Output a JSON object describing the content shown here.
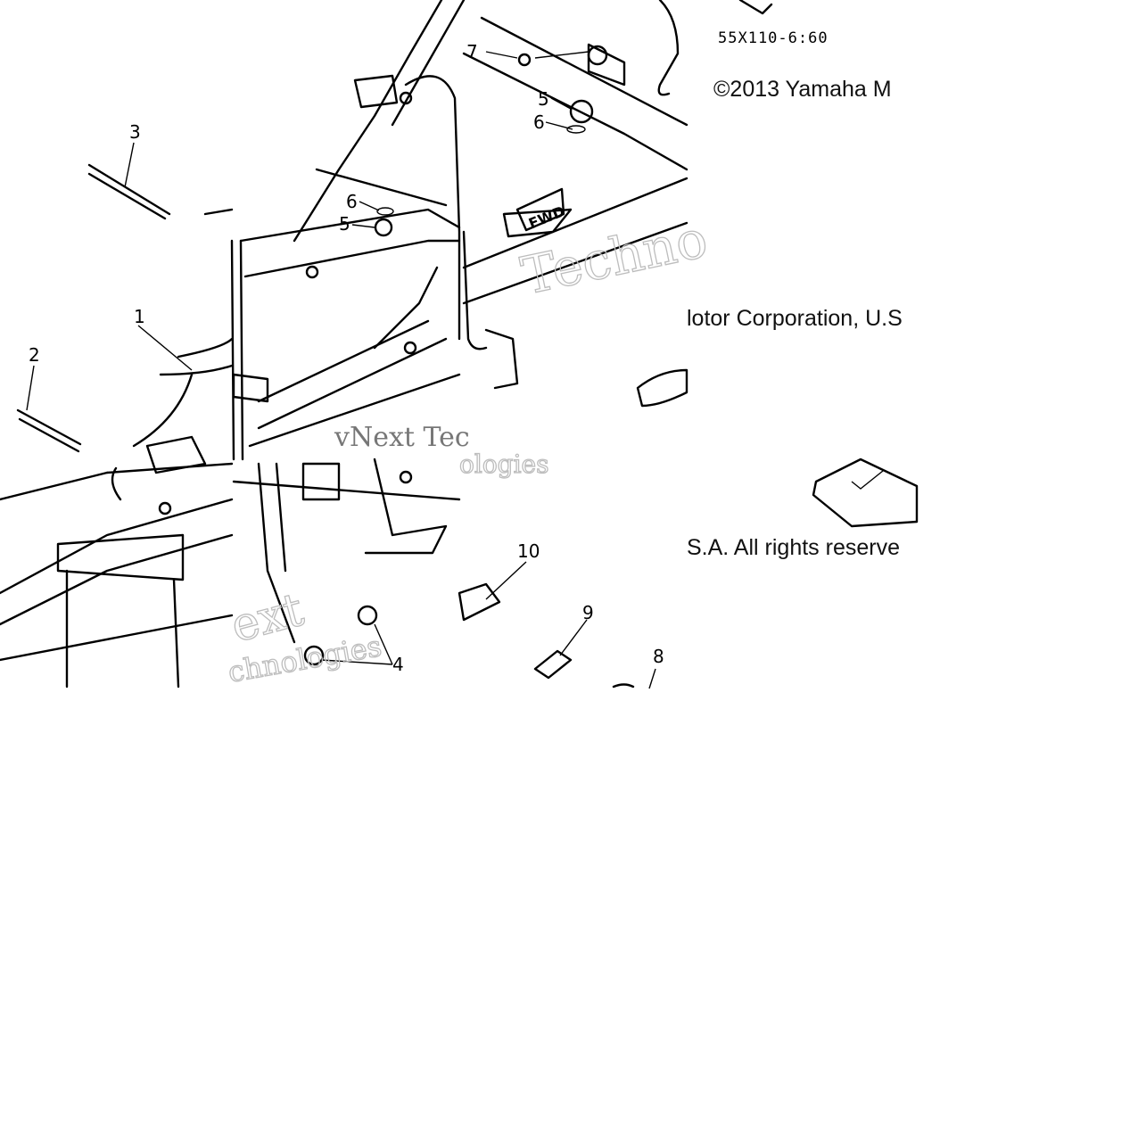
{
  "diagram": {
    "part_code": "55X110-6:60",
    "callouts": [
      "1",
      "2",
      "3",
      "4",
      "5",
      "6",
      "5",
      "6",
      "7",
      "8",
      "9",
      "10"
    ],
    "fwd_label": "FWD",
    "watermarks": [
      "Techno",
      "vNext Tec",
      "ologies",
      "ext",
      "chnologies"
    ],
    "copyright_fragments": [
      "©2013 Yamaha M",
      "lotor Corporation, U.S",
      "S.A. All rights reserve"
    ]
  }
}
